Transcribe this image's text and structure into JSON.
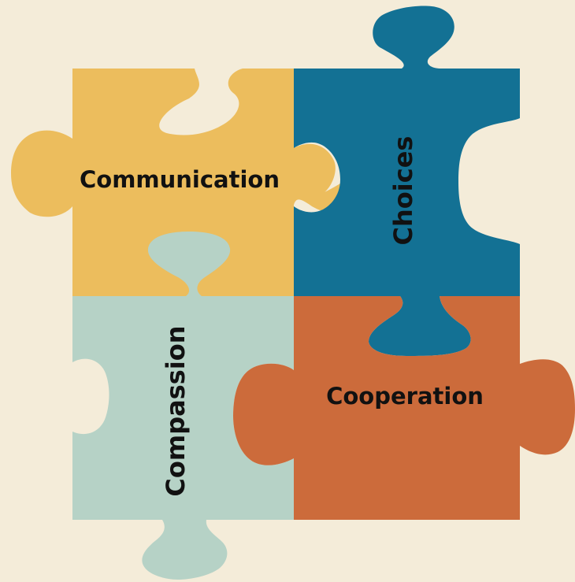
{
  "background_color": "#f4ecd9",
  "pieces": {
    "communication": {
      "label": "Communication",
      "color": "#ecbd5d"
    },
    "choices": {
      "label": "Choices",
      "color": "#137194"
    },
    "compassion": {
      "label": "Compassion",
      "color": "#b6d2c6"
    },
    "cooperation": {
      "label": "Cooperation",
      "color": "#cc6b3b"
    }
  }
}
